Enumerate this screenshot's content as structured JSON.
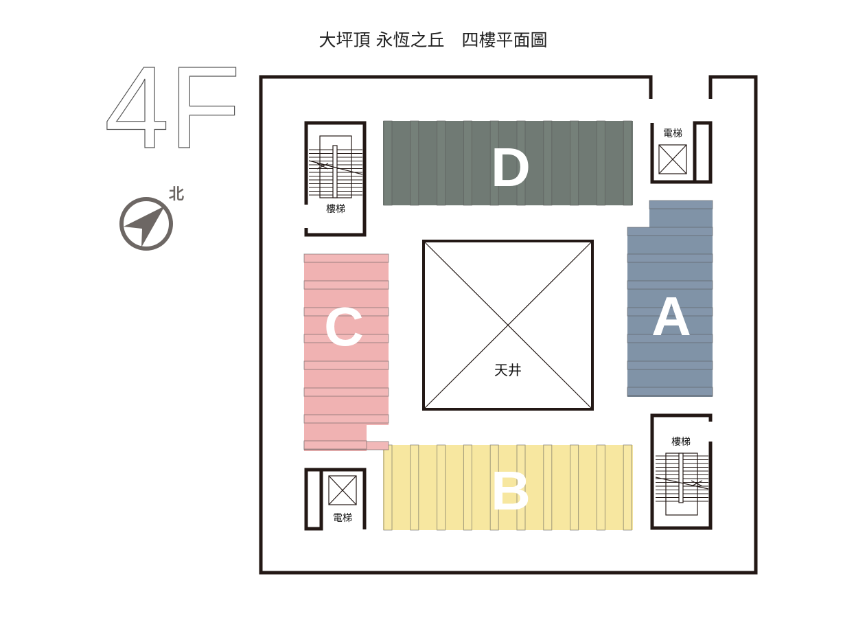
{
  "header": {
    "title": "大坪頂 永恆之丘　四樓平面圖"
  },
  "floor": {
    "label": "4F"
  },
  "compass": {
    "north_label": "北",
    "icon": "compass-arrow-icon",
    "color": "#6d6764"
  },
  "zones": {
    "a": {
      "letter": "A",
      "color": "#8093a7",
      "slot_color": "#8496ab"
    },
    "b": {
      "letter": "B",
      "color": "#f7e7a0",
      "slot_color": "#f8e9a6"
    },
    "c": {
      "letter": "C",
      "color": "#f0b2b2",
      "slot_color": "#f2b8b8"
    },
    "d": {
      "letter": "D",
      "color": "#707a74",
      "slot_color": "#758079"
    }
  },
  "rooms": {
    "atrium": "天井",
    "stairs_nw": "樓梯",
    "stairs_se": "樓梯",
    "elevator_ne": "電梯",
    "elevator_sw": "電梯"
  },
  "colors": {
    "wall": "#231815",
    "slot_stroke": "#555555"
  }
}
